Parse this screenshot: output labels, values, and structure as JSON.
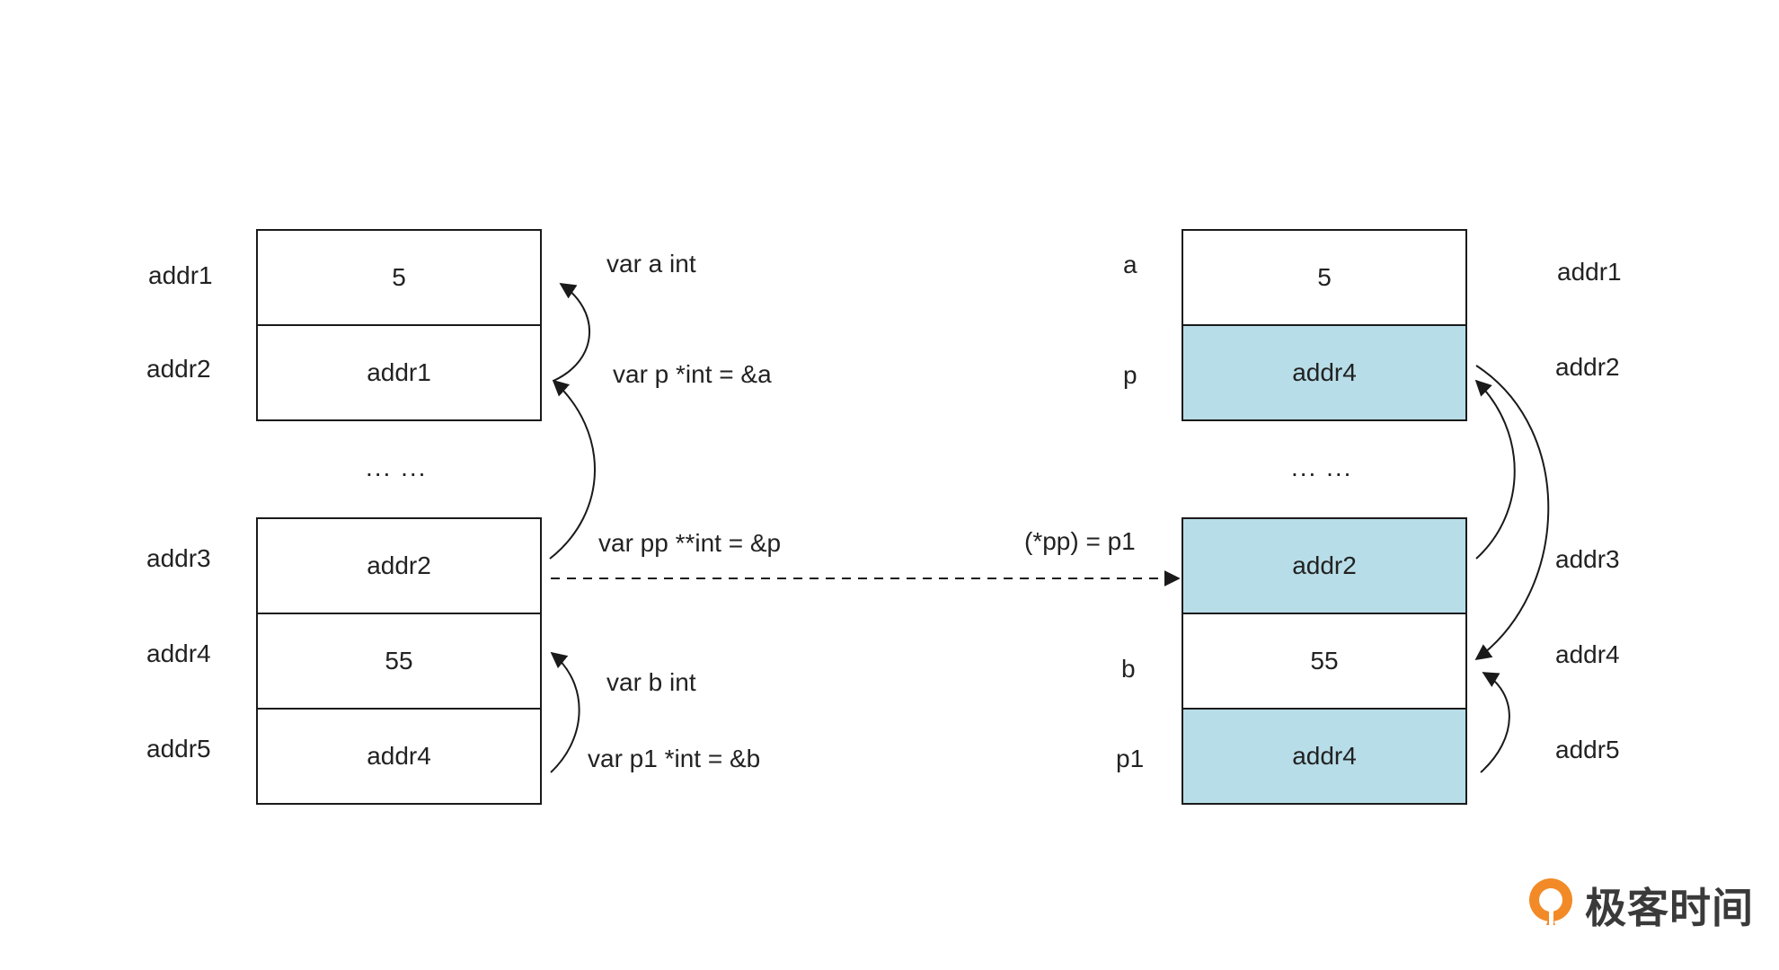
{
  "left": {
    "addresses": [
      "addr1",
      "addr2",
      "addr3",
      "addr4",
      "addr5"
    ],
    "cells": [
      "5",
      "addr1",
      "addr2",
      "55",
      "addr4"
    ],
    "ellipsis": "... ...",
    "declarations": [
      "var a int",
      "var p *int = &a",
      "var pp **int = &p",
      "var b int",
      "var p1 *int = &b"
    ]
  },
  "right": {
    "names": [
      "a",
      "p",
      "b",
      "p1"
    ],
    "cells": [
      "5",
      "addr4",
      "addr2",
      "55",
      "addr4"
    ],
    "ellipsis": "... ...",
    "addresses": [
      "addr1",
      "addr2",
      "addr3",
      "addr4",
      "addr5"
    ],
    "operation": "(*pp) = p1"
  },
  "colors": {
    "highlight": "#b7dde8",
    "border": "#1a1a1a",
    "logo_orange": "#f28a27"
  },
  "logo": {
    "text": "极客时间"
  }
}
